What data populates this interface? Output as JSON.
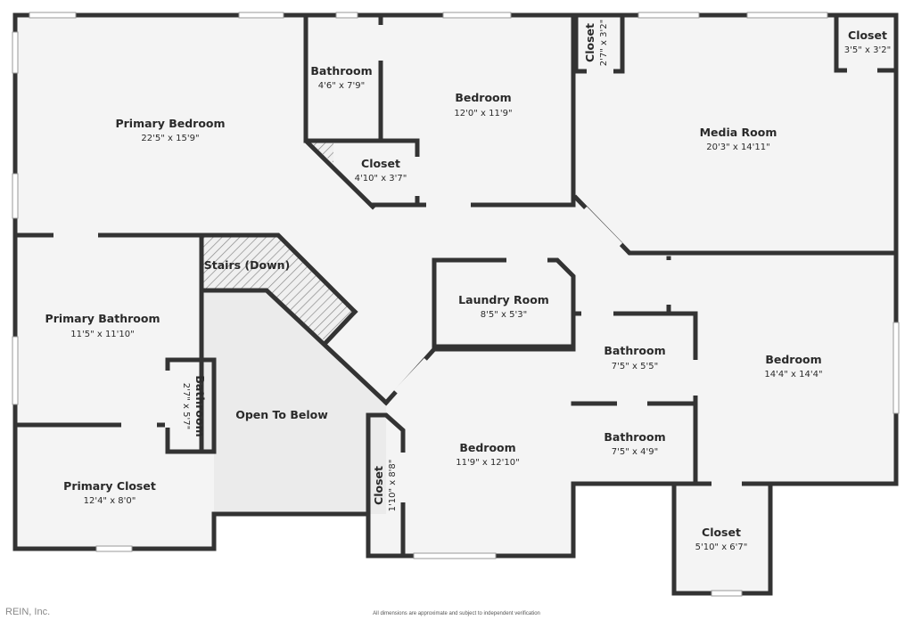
{
  "rooms": {
    "primary_bedroom": {
      "name": "Primary Bedroom",
      "dim": "22'5\" x 15'9\""
    },
    "bathroom_top": {
      "name": "Bathroom",
      "dim": "4'6\" x 7'9\""
    },
    "bedroom_top": {
      "name": "Bedroom",
      "dim": "12'0\" x 11'9\""
    },
    "closet_small": {
      "name": "Closet",
      "dim": "2'7\" x 3'2\""
    },
    "media_room": {
      "name": "Media Room",
      "dim": "20'3\" x 14'11\""
    },
    "closet_top_right": {
      "name": "Closet",
      "dim": "3'5\" x 3'2\""
    },
    "closet_mid": {
      "name": "Closet",
      "dim": "4'10\" x 3'7\""
    },
    "stairs": {
      "name": "Stairs (Down)"
    },
    "primary_bathroom": {
      "name": "Primary Bathroom",
      "dim": "11'5\" x 11'10\""
    },
    "bathroom_vertical": {
      "name": "Bathroom",
      "dim": "2'7\" x 5'7\""
    },
    "open_to_below": {
      "name": "Open To Below"
    },
    "laundry_room": {
      "name": "Laundry Room",
      "dim": "8'5\" x 5'3\""
    },
    "bathroom_mid": {
      "name": "Bathroom",
      "dim": "7'5\" x 5'5\""
    },
    "bedroom_right": {
      "name": "Bedroom",
      "dim": "14'4\" x 14'4\""
    },
    "bathroom_low": {
      "name": "Bathroom",
      "dim": "7'5\" x 4'9\""
    },
    "bedroom_bottom": {
      "name": "Bedroom",
      "dim": "11'9\" x 12'10\""
    },
    "closet_vertical": {
      "name": "Closet",
      "dim": "1'10\" x 8'8\""
    },
    "primary_closet": {
      "name": "Primary Closet",
      "dim": "12'4\" x 8'0\""
    },
    "closet_bottom": {
      "name": "Closet",
      "dim": "5'10\" x 6'7\""
    }
  },
  "footer": {
    "watermark": "REIN, Inc.",
    "disclaimer": "All dimensions are approximate and subject to independent verification"
  }
}
